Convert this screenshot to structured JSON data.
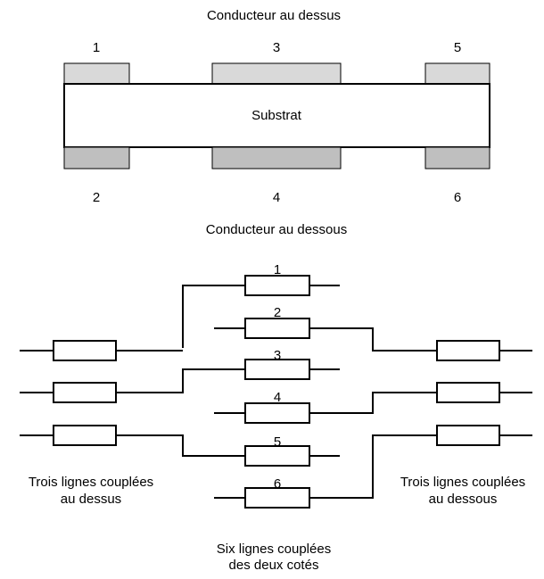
{
  "cross_section": {
    "title_top": "Conducteur au dessus",
    "substrate_label": "Substrat",
    "title_bottom": "Conducteur au dessous",
    "top_conductors": [
      "1",
      "3",
      "5"
    ],
    "bottom_conductors": [
      "2",
      "4",
      "6"
    ],
    "colors": {
      "top_conductor": "#d9d9d9",
      "bottom_conductor": "#bfbfbf"
    }
  },
  "circuit": {
    "line_numbers": [
      "1",
      "2",
      "3",
      "4",
      "5",
      "6"
    ],
    "left_caption": [
      "Trois lignes couplées",
      "au dessus"
    ],
    "right_caption": [
      "Trois lignes couplées",
      "au dessous"
    ],
    "center_caption": [
      "Six lignes couplées",
      "des deux cotés"
    ]
  }
}
